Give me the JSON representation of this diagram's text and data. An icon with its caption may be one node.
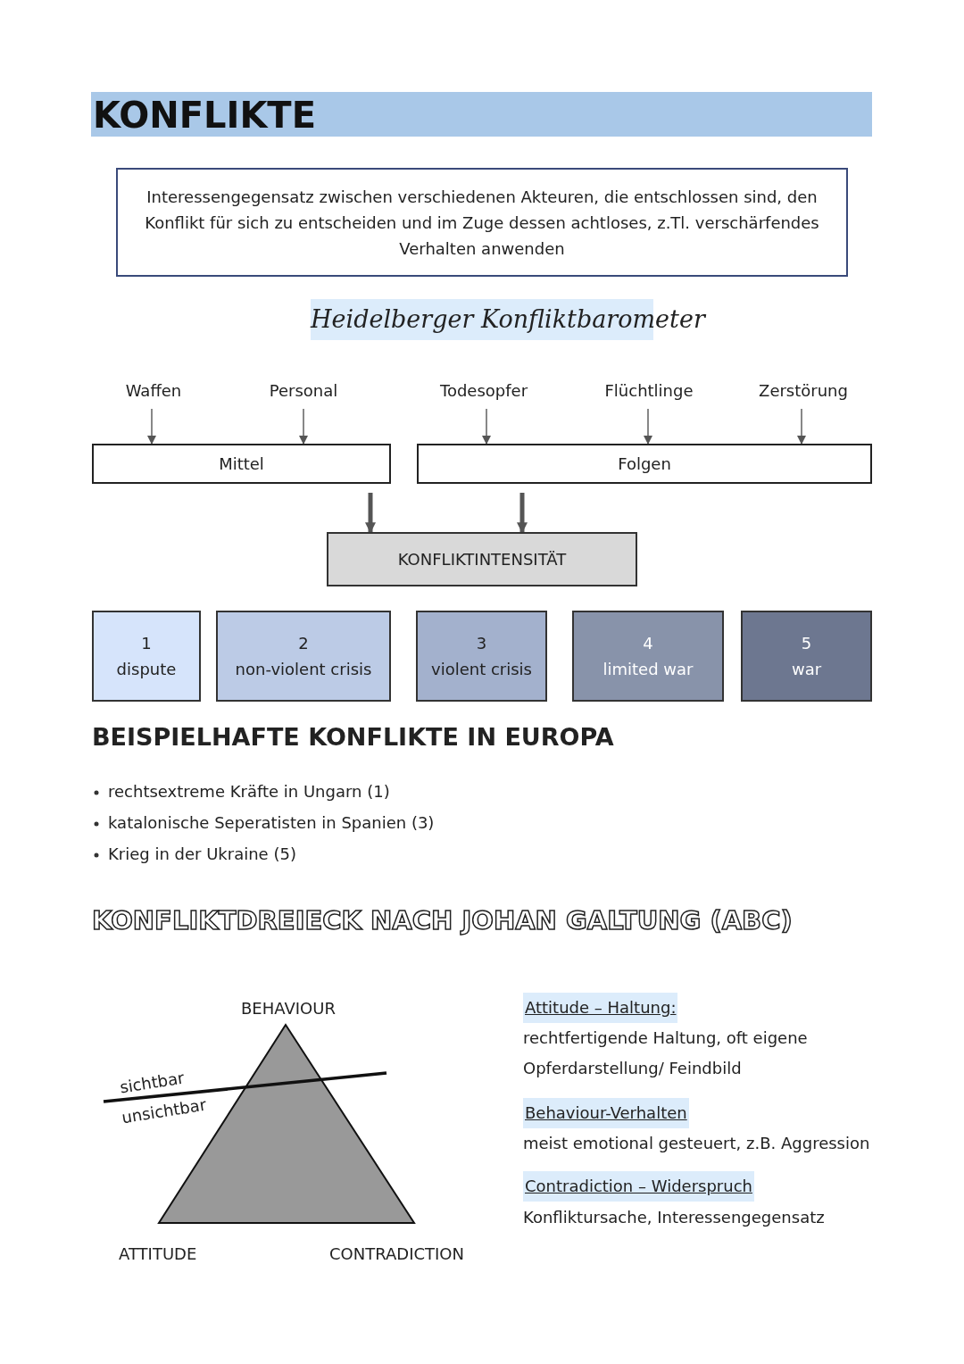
{
  "diagram": {
    "title": "KONFLIKTE",
    "nodes": [
      {
        "text": [
          "Interessengegensatz zwischen verschiedenen Akteuren, die entschlossen sind, den Konflikt für sich zu entscheiden und im Zuge dessen achtloses, z.Tl. verschärfendes Verhalten anwenden"
        ]
      },
      {
        "text": [
          "Waffen"
        ]
      },
      {
        "text": [
          "Personal"
        ]
      },
      {
        "text": [
          "Todesopfer"
        ]
      },
      {
        "text": [
          "Flüchtlinge"
        ]
      },
      {
        "text": [
          "Zerstörung"
        ]
      },
      {
        "text": [
          "Mittel"
        ]
      },
      {
        "text": [
          "Folgen"
        ]
      },
      {
        "text": [
          "KONFLIKTINTENSITÄT"
        ]
      },
      {
        "text": [
          "1",
          "dispute"
        ]
      },
      {
        "text": [
          "2",
          "non-violent crisis"
        ]
      },
      {
        "text": [
          "3",
          "violent crisis"
        ]
      },
      {
        "text": [
          "4",
          "limited war"
        ]
      },
      {
        "text": [
          "5",
          "war"
        ]
      }
    ],
    "edges": [
      {
        "from": 1,
        "to": 6,
        "arrow": "to"
      },
      {
        "from": 2,
        "to": 6,
        "arrow": "to"
      },
      {
        "from": 3,
        "to": 7,
        "arrow": "to"
      },
      {
        "from": 4,
        "to": 7,
        "arrow": "to"
      },
      {
        "from": 5,
        "to": 7,
        "arrow": "to"
      },
      {
        "from": 6,
        "to": 8,
        "arrow": "to",
        "style": "thick"
      },
      {
        "from": 7,
        "to": 8,
        "arrow": "to",
        "style": "thick"
      }
    ],
    "labels": [
      "Heidelberger Konfliktbarometer",
      "BEISPIELHAFTE KONFLIKTE IN EUROPA",
      "rechtsextreme Kräfte in Ungarn (1)",
      "katalonische Seperatisten in Spanien (3)",
      "Krieg in der Ukraine (5)",
      "KONFLIKTDREIECK NACH JOHAN GALTUNG (ABC)",
      "BEHAVIOUR",
      "sichtbar",
      "unsichtbar",
      "ATTITUDE",
      "CONTRADICTION",
      "Attitude – Haltung:",
      "rechtfertigende Haltung, oft eigene Opferdarstellung/ Feindbild",
      "Behaviour-Verhalten",
      "meist emotional gesteuert, z.B. Aggression",
      "Contradiction – Widerspruch",
      "Konfliktursache, Interessengegensatz"
    ]
  }
}
